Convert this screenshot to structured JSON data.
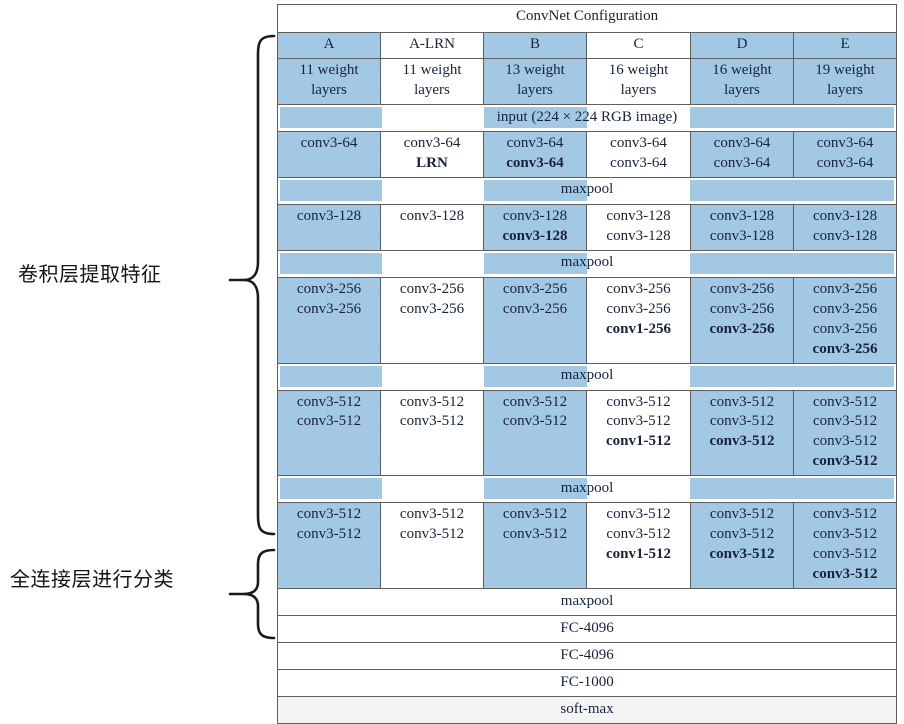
{
  "annotations": {
    "conv_label": "卷积层提取特征",
    "fc_label": "全连接层进行分类"
  },
  "table": {
    "title": "ConvNet Configuration",
    "columns": [
      {
        "name": "A",
        "shaded": true,
        "weight_layers": "11 weight\nlayers"
      },
      {
        "name": "A-LRN",
        "shaded": false,
        "weight_layers": "11 weight\nlayers"
      },
      {
        "name": "B",
        "shaded": true,
        "weight_layers": "13 weight\nlayers"
      },
      {
        "name": "C",
        "shaded": false,
        "weight_layers": "16 weight\nlayers"
      },
      {
        "name": "D",
        "shaded": true,
        "weight_layers": "16 weight\nlayers"
      },
      {
        "name": "E",
        "shaded": true,
        "weight_layers": "19 weight\nlayers"
      }
    ],
    "header_labels": [
      "A",
      "A-LRN",
      "B",
      "C",
      "D",
      "E"
    ],
    "weight_layer_line1": [
      "11 weight",
      "11 weight",
      "13 weight",
      "16 weight",
      "16 weight",
      "19 weight"
    ],
    "weight_layer_line2": [
      "layers",
      "layers",
      "layers",
      "layers",
      "layers",
      "layers"
    ],
    "input_row": "input (224 × 224 RGB image)",
    "maxpool_label": "maxpool",
    "blocks": [
      {
        "id": "conv64",
        "cells": [
          {
            "entries": [
              {
                "text": "conv3-64",
                "bold": false
              }
            ]
          },
          {
            "entries": [
              {
                "text": "conv3-64",
                "bold": false
              },
              {
                "text": "LRN",
                "bold": true
              }
            ]
          },
          {
            "entries": [
              {
                "text": "conv3-64",
                "bold": false
              },
              {
                "text": "conv3-64",
                "bold": true
              }
            ]
          },
          {
            "entries": [
              {
                "text": "conv3-64",
                "bold": false
              },
              {
                "text": "conv3-64",
                "bold": false
              }
            ]
          },
          {
            "entries": [
              {
                "text": "conv3-64",
                "bold": false
              },
              {
                "text": "conv3-64",
                "bold": false
              }
            ]
          },
          {
            "entries": [
              {
                "text": "conv3-64",
                "bold": false
              },
              {
                "text": "conv3-64",
                "bold": false
              }
            ]
          }
        ]
      },
      {
        "id": "conv128",
        "cells": [
          {
            "entries": [
              {
                "text": "conv3-128",
                "bold": false
              }
            ]
          },
          {
            "entries": [
              {
                "text": "conv3-128",
                "bold": false
              }
            ]
          },
          {
            "entries": [
              {
                "text": "conv3-128",
                "bold": false
              },
              {
                "text": "conv3-128",
                "bold": true
              }
            ]
          },
          {
            "entries": [
              {
                "text": "conv3-128",
                "bold": false
              },
              {
                "text": "conv3-128",
                "bold": false
              }
            ]
          },
          {
            "entries": [
              {
                "text": "conv3-128",
                "bold": false
              },
              {
                "text": "conv3-128",
                "bold": false
              }
            ]
          },
          {
            "entries": [
              {
                "text": "conv3-128",
                "bold": false
              },
              {
                "text": "conv3-128",
                "bold": false
              }
            ]
          }
        ]
      },
      {
        "id": "conv256",
        "cells": [
          {
            "entries": [
              {
                "text": "conv3-256",
                "bold": false
              },
              {
                "text": "conv3-256",
                "bold": false
              }
            ]
          },
          {
            "entries": [
              {
                "text": "conv3-256",
                "bold": false
              },
              {
                "text": "conv3-256",
                "bold": false
              }
            ]
          },
          {
            "entries": [
              {
                "text": "conv3-256",
                "bold": false
              },
              {
                "text": "conv3-256",
                "bold": false
              }
            ]
          },
          {
            "entries": [
              {
                "text": "conv3-256",
                "bold": false
              },
              {
                "text": "conv3-256",
                "bold": false
              },
              {
                "text": "conv1-256",
                "bold": true
              }
            ]
          },
          {
            "entries": [
              {
                "text": "conv3-256",
                "bold": false
              },
              {
                "text": "conv3-256",
                "bold": false
              },
              {
                "text": "conv3-256",
                "bold": true
              }
            ]
          },
          {
            "entries": [
              {
                "text": "conv3-256",
                "bold": false
              },
              {
                "text": "conv3-256",
                "bold": false
              },
              {
                "text": "conv3-256",
                "bold": false
              },
              {
                "text": "conv3-256",
                "bold": true
              }
            ]
          }
        ]
      },
      {
        "id": "conv512a",
        "cells": [
          {
            "entries": [
              {
                "text": "conv3-512",
                "bold": false
              },
              {
                "text": "conv3-512",
                "bold": false
              }
            ]
          },
          {
            "entries": [
              {
                "text": "conv3-512",
                "bold": false
              },
              {
                "text": "conv3-512",
                "bold": false
              }
            ]
          },
          {
            "entries": [
              {
                "text": "conv3-512",
                "bold": false
              },
              {
                "text": "conv3-512",
                "bold": false
              }
            ]
          },
          {
            "entries": [
              {
                "text": "conv3-512",
                "bold": false
              },
              {
                "text": "conv3-512",
                "bold": false
              },
              {
                "text": "conv1-512",
                "bold": true
              }
            ]
          },
          {
            "entries": [
              {
                "text": "conv3-512",
                "bold": false
              },
              {
                "text": "conv3-512",
                "bold": false
              },
              {
                "text": "conv3-512",
                "bold": true
              }
            ]
          },
          {
            "entries": [
              {
                "text": "conv3-512",
                "bold": false
              },
              {
                "text": "conv3-512",
                "bold": false
              },
              {
                "text": "conv3-512",
                "bold": false
              },
              {
                "text": "conv3-512",
                "bold": true
              }
            ]
          }
        ]
      },
      {
        "id": "conv512b",
        "cells": [
          {
            "entries": [
              {
                "text": "conv3-512",
                "bold": false
              },
              {
                "text": "conv3-512",
                "bold": false
              }
            ]
          },
          {
            "entries": [
              {
                "text": "conv3-512",
                "bold": false
              },
              {
                "text": "conv3-512",
                "bold": false
              }
            ]
          },
          {
            "entries": [
              {
                "text": "conv3-512",
                "bold": false
              },
              {
                "text": "conv3-512",
                "bold": false
              }
            ]
          },
          {
            "entries": [
              {
                "text": "conv3-512",
                "bold": false
              },
              {
                "text": "conv3-512",
                "bold": false
              },
              {
                "text": "conv1-512",
                "bold": true
              }
            ]
          },
          {
            "entries": [
              {
                "text": "conv3-512",
                "bold": false
              },
              {
                "text": "conv3-512",
                "bold": false
              },
              {
                "text": "conv3-512",
                "bold": true
              }
            ]
          },
          {
            "entries": [
              {
                "text": "conv3-512",
                "bold": false
              },
              {
                "text": "conv3-512",
                "bold": false
              },
              {
                "text": "conv3-512",
                "bold": false
              },
              {
                "text": "conv3-512",
                "bold": true
              }
            ]
          }
        ]
      }
    ],
    "footer_rows": [
      {
        "label": "maxpool",
        "style": "plain"
      },
      {
        "label": "FC-4096",
        "style": "plain"
      },
      {
        "label": "FC-4096",
        "style": "plain"
      },
      {
        "label": "FC-1000",
        "style": "plain"
      },
      {
        "label": "soft-max",
        "style": "grey"
      }
    ]
  },
  "colors": {
    "shade_blue": "#a3c8e4",
    "text_navy": "#17233d",
    "border_grey": "#5f5f5f",
    "softmax_grey": "#f4f4f4"
  }
}
